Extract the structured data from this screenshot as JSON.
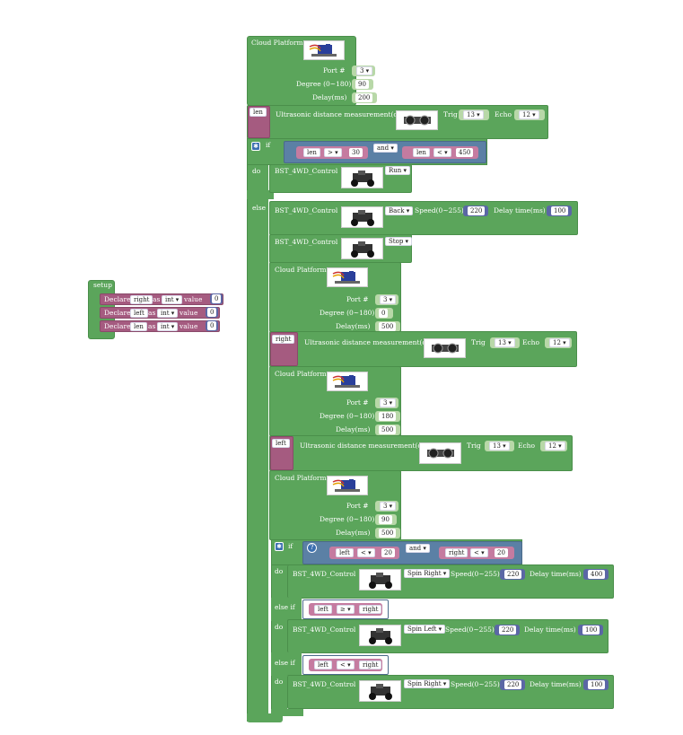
{
  "setup": {
    "label": "setup",
    "declare_word": "Declare",
    "as_word": "as",
    "value_word": "value",
    "vars": [
      {
        "name": "right",
        "type": "int ▾",
        "value": "0"
      },
      {
        "name": "left",
        "type": "int ▾",
        "value": "0"
      },
      {
        "name": "len",
        "type": "int ▾",
        "value": "0"
      }
    ]
  },
  "cloud": {
    "title": "Cloud Platform",
    "port_label": "Port  #",
    "degree_label": "Degree (0~180)",
    "delay_label": "Delay(ms)"
  },
  "ultra": {
    "title": "Ultrasonic distance measurement(cm)",
    "trig_label": "Trig",
    "echo_label": "Echo",
    "trig_value": "13 ▾",
    "echo_value": "12 ▾"
  },
  "bst": {
    "title": "BST_4WD_Control",
    "speed_label": "Speed(0~255)",
    "delay_label": "Delay time(ms)"
  },
  "logic": {
    "if": "if",
    "do": "do",
    "else": "else",
    "else_if": "else if",
    "and": "and ▾"
  },
  "blocks": {
    "cloud1": {
      "port": "3 ▾",
      "degree": "90",
      "delay": "200"
    },
    "ultra1": {
      "var": "len"
    },
    "if1": {
      "lhs1": "len",
      "op1": "> ▾",
      "rhs1": "30",
      "lhs2": "len",
      "op2": "< ▾",
      "rhs2": "450"
    },
    "run": {
      "mode": "Run ▾"
    },
    "back": {
      "mode": "Back ▾",
      "speed": "220",
      "delay": "100"
    },
    "stop": {
      "mode": "Stop ▾"
    },
    "cloud2": {
      "port": "3 ▾",
      "degree": "0",
      "delay": "500"
    },
    "ultra2": {
      "var": "right"
    },
    "cloud3": {
      "port": "3 ▾",
      "degree": "180",
      "delay": "500"
    },
    "ultra3": {
      "var": "left"
    },
    "cloud4": {
      "port": "3 ▾",
      "degree": "90",
      "delay": "500"
    },
    "if2": {
      "lhs1": "left",
      "op1": "< ▾",
      "rhs1": "20",
      "lhs2": "right",
      "op2": "< ▾",
      "rhs2": "20"
    },
    "spin1": {
      "mode": "Spin Right ▾",
      "speed": "220",
      "delay": "400"
    },
    "elif1": {
      "lhs": "left",
      "op": "≥ ▾",
      "rhs": "right"
    },
    "spin2": {
      "mode": "Spin Left ▾",
      "speed": "220",
      "delay": "100"
    },
    "elif2": {
      "lhs": "left",
      "op": "< ▾",
      "rhs": "right"
    },
    "spin3": {
      "mode": "Spin Right ▾",
      "speed": "220",
      "delay": "100"
    }
  },
  "icons": {
    "servo": "servo-motor-icon",
    "ultrasonic": "ultrasonic-sensor-icon",
    "car": "robot-car-icon",
    "gear": "gear-icon",
    "help": "question-icon"
  }
}
